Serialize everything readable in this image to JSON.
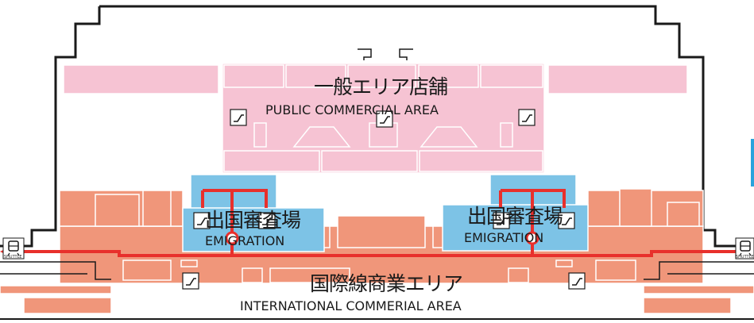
{
  "colors": {
    "public_area": "#f6c3d3",
    "emigration": "#7dc3e6",
    "international_area": "#f0967a",
    "route": "#e8302c",
    "outline": "#1a1a1a",
    "accent_tab": "#29a3dc"
  },
  "areas": {
    "public": {
      "label_jp": "一般エリア店舗",
      "label_en": "PUBLIC COMMERCIAL AREA"
    },
    "emigration_left": {
      "label_jp": "出国審査場",
      "label_en": "EMIGRATION"
    },
    "emigration_right": {
      "label_jp": "出国審査場",
      "label_en": "EMIGRATION"
    },
    "international": {
      "label_jp": "国際線商業エリア",
      "label_en": "INTERNATIONAL COMMERIAL AREA"
    }
  },
  "shuttle": {
    "left_label": "SHUTTLE",
    "right_label": "SHUTTLE",
    "icon": "train-icon"
  },
  "icons": {
    "escalator": "escalator-icon"
  }
}
